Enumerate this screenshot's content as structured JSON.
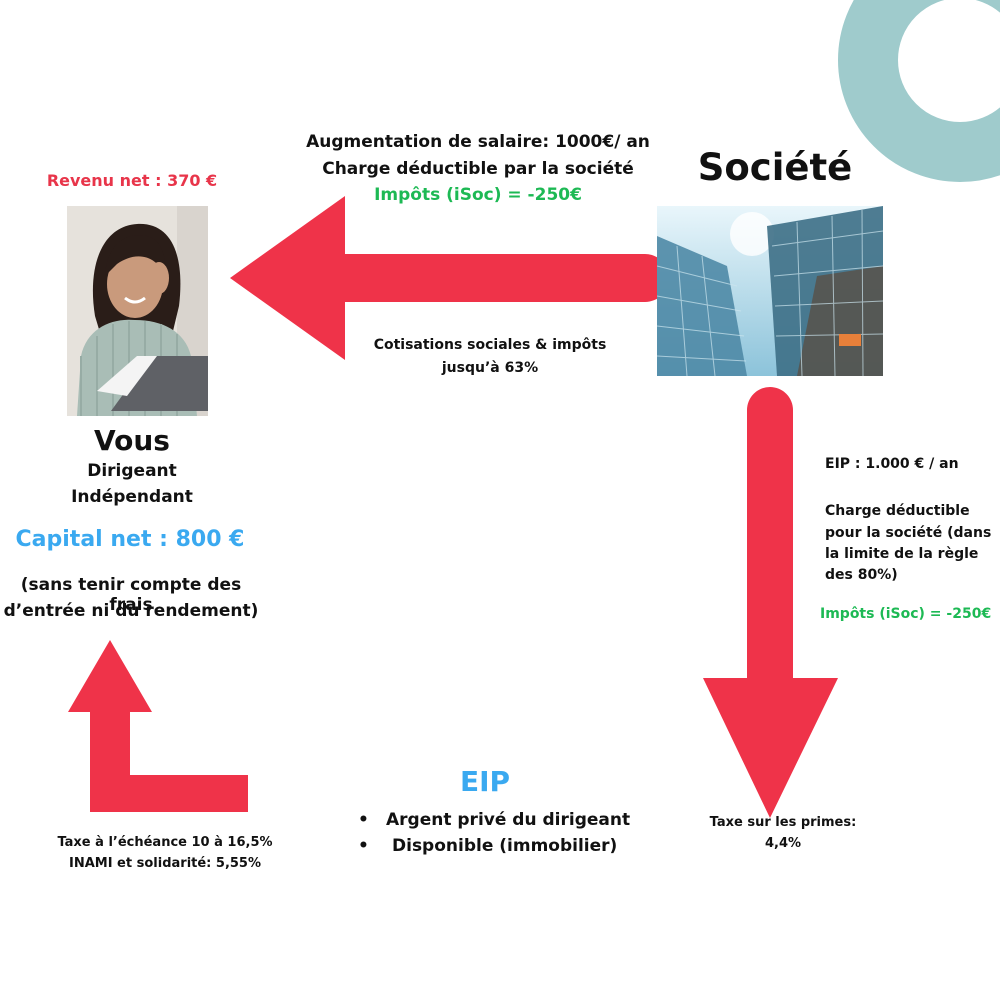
{
  "colors": {
    "arrow": "#ef3349",
    "red_text": "#e8354a",
    "green_text": "#1db954",
    "blue_text": "#3aa9f0",
    "teal": "#9fcbcc"
  },
  "top": {
    "line1": "Augmentation de salaire: 1000€/ an",
    "line2": "Charge déductible par la société",
    "line3": "Impôts (iSoc) = -250€"
  },
  "societe": {
    "title": "Société"
  },
  "left": {
    "revenu": "Revenu net : 370 €",
    "vous": "Vous",
    "role1": "Dirigeant",
    "role2": "Indépendant",
    "capital": "Capital net : 800 €",
    "note1": "(sans tenir compte des frais",
    "note2": "d’entrée ni du rendement)"
  },
  "middle": {
    "cotis1": "Cotisations sociales & impôts",
    "cotis2": "jusqu’à 63%"
  },
  "right": {
    "eip_amount": "EIP : 1.000 € / an",
    "charge1": "Charge déductible",
    "charge2": "pour la société (dans",
    "charge3": "la limite de la règle",
    "charge4": "des 80%)",
    "impots": "Impôts (iSoc) = -250€",
    "taxe1": "Taxe sur les primes:",
    "taxe2": "4,4%"
  },
  "eip": {
    "title": "EIP",
    "bullet1": "Argent privé du dirigeant",
    "bullet2": "Disponible (immobilier)",
    "bullet_glyph": "•"
  },
  "bottom_left": {
    "line1": "Taxe à l’échéance 10 à 16,5%",
    "line2": "INAMI et solidarité: 5,55%"
  }
}
